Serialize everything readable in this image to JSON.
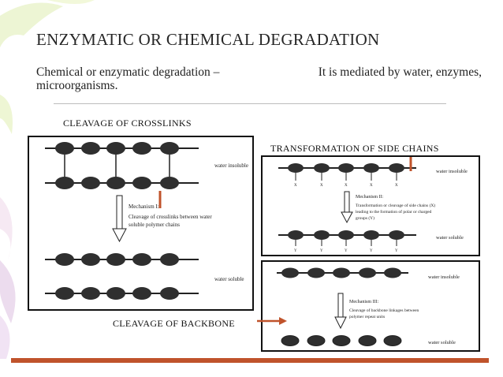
{
  "slide": {
    "title": "ENZYMATIC OR CHEMICAL DEGRADATION",
    "intro_line1_left": "Chemical or enzymatic degradation –",
    "intro_line1_right": "It is mediated by  water, enzymes,",
    "intro_line2": "microorganisms."
  },
  "headings": {
    "crosslinks": "CLEAVAGE OF CROSSLINKS",
    "side_chains": "TRANSFORMATION OF SIDE CHAINS",
    "backbone": "CLEAVAGE OF BACKBONE"
  },
  "mechanism1": {
    "top_state": "water insoluble",
    "name": "Mechanism I:",
    "desc_line1": "Cleavage of crosslinks between water",
    "desc_line2": "soluble polymer chains",
    "bottom_state": "water soluble"
  },
  "mechanism2": {
    "top_state": "water insoluble",
    "name": "Mechanism II:",
    "desc_line1": "Transformation or cleavage of side chains (X)",
    "desc_line2": "leading to the formation of polar or charged",
    "desc_line3": "groups (Y)",
    "bottom_state": "water soluble",
    "top_label": "X",
    "bottom_label": "Y"
  },
  "mechanism3": {
    "top_state": "water insoluble",
    "name": "Mechanism III:",
    "desc_line1": "Cleavage of backbone linkages between",
    "desc_line2": "polymer repeat units",
    "bottom_state": "water soluble"
  },
  "colors": {
    "accent_arrow": "#c0532b",
    "bead": "#2f2f2f",
    "footer_bar": "#c0532b"
  }
}
